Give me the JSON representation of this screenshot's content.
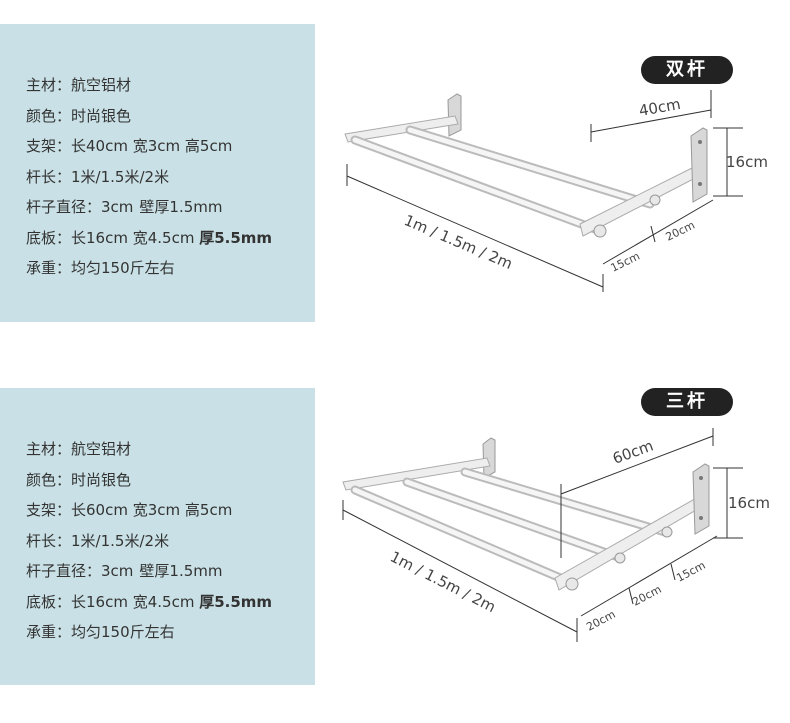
{
  "sections": [
    {
      "badge": "双杆",
      "specs": [
        {
          "k": "主材：",
          "v": "航空铝材"
        },
        {
          "k": "颜色：",
          "v": "时尚银色"
        },
        {
          "k": "支架：",
          "v": "长40cm 宽3cm 高5cm"
        },
        {
          "k": "杆长：",
          "v": "1米/1.5米/2米"
        },
        {
          "k": "杆子直径：",
          "v": "3cm",
          "v2": "壁厚1.5mm"
        },
        {
          "k": "底板：",
          "v": "长16cm 宽4.5cm ",
          "bold": "厚5.5mm"
        },
        {
          "k": "承重：",
          "v": "均匀150斤左右"
        }
      ],
      "dims": {
        "bracket_length": "40cm",
        "plate_height": "16cm",
        "rod_length": "1m / 1.5m / 2m",
        "spacing_a": "20cm",
        "spacing_b": "15cm"
      }
    },
    {
      "badge": "三杆",
      "specs": [
        {
          "k": "主材：",
          "v": "航空铝材"
        },
        {
          "k": "颜色：",
          "v": "时尚银色"
        },
        {
          "k": "支架：",
          "v": "长60cm 宽3cm 高5cm"
        },
        {
          "k": "杆长：",
          "v": "1米/1.5米/2米"
        },
        {
          "k": "杆子直径：",
          "v": "3cm",
          "v2": "壁厚1.5mm"
        },
        {
          "k": "底板：",
          "v": "长16cm 宽4.5cm ",
          "bold": "厚5.5mm"
        },
        {
          "k": "承重：",
          "v": "均匀150斤左右"
        }
      ],
      "dims": {
        "bracket_length": "60cm",
        "plate_height": "16cm",
        "rod_length": "1m / 1.5m / 2m",
        "spacing_a": "20cm",
        "spacing_b": "20cm",
        "spacing_c": "15cm"
      }
    }
  ]
}
